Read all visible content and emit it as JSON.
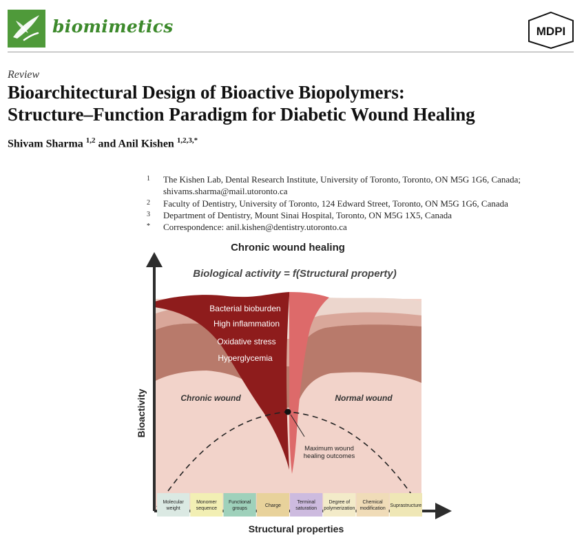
{
  "journal": {
    "name": "biomimetics",
    "publisher": "MDPI"
  },
  "article": {
    "type": "Review",
    "title_line1": "Bioarchitectural Design of Bioactive Biopolymers:",
    "title_line2": "Structure–Function Paradigm for Diabetic Wound Healing",
    "author1_name": "Shivam Sharma",
    "author1_sup": "1,2",
    "author_joiner": "and",
    "author2_name": "Anil Kishen",
    "author2_sup": "1,2,3,",
    "author2_star": "*"
  },
  "affiliations": [
    {
      "num": "1",
      "line1": "The Kishen Lab, Dental Research Institute, University of Toronto, Toronto, ON M5G 1G6, Canada;",
      "line2": "shivams.sharma@mail.utoronto.ca"
    },
    {
      "num": "2",
      "line1": "Faculty of Dentistry, University of Toronto, 124 Edward Street, Toronto, ON M5G 1G6, Canada"
    },
    {
      "num": "3",
      "line1": "Department of Dentistry, Mount Sinai Hospital, Toronto, ON M5G 1X5, Canada"
    },
    {
      "num": "*",
      "line1": "Correspondence: anil.kishen@dentistry.utoronto.ca"
    }
  ],
  "figure": {
    "title": "Chronic wound healing",
    "equation": "Biological activity = f(Structural property)",
    "factors": [
      "Bacterial bioburden",
      "High inflammation",
      "Oxidative stress",
      "Hyperglycemia"
    ],
    "left_region": "Chronic wound",
    "right_region": "Normal wound",
    "peak_label_line1": "Maximum wound",
    "peak_label_line2": "healing outcomes",
    "y_axis_label": "Bioactivity",
    "x_axis_label": "Structural properties",
    "properties": [
      {
        "line1": "Molecular",
        "line2": "weight",
        "color": "#dbe9e3"
      },
      {
        "line1": "Monomer",
        "line2": "sequence",
        "color": "#f2efb4"
      },
      {
        "line1": "Functional",
        "line2": "groups",
        "color": "#9fd1bb"
      },
      {
        "line1": "Charge",
        "line2": "",
        "color": "#e8d29b"
      },
      {
        "line1": "Terminal",
        "line2": "saturation",
        "color": "#cdbbdf"
      },
      {
        "line1": "Degree of",
        "line2": "polymerization",
        "color": "#f3ebc9"
      },
      {
        "line1": "Chemical",
        "line2": "modification",
        "color": "#f0dcb8"
      },
      {
        "line1": "Suprastructure",
        "line2": "",
        "color": "#efe7b6"
      }
    ],
    "colors": {
      "background": "#f2d3ca",
      "mid_band": "#b87a6b",
      "light_band": "#d9a79a",
      "top_band": "#ecd6cd",
      "chronic_red": "#8e1c1c",
      "normal_red": "#dd6a6a",
      "axis": "#2d2d2d"
    }
  }
}
